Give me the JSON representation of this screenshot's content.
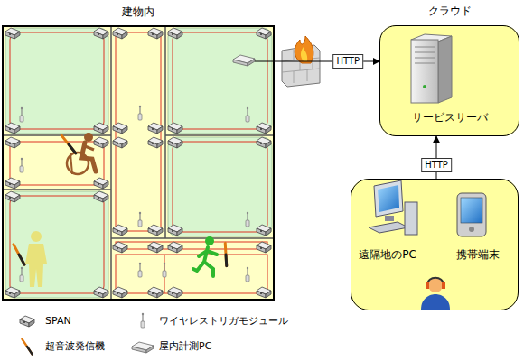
{
  "diagram": {
    "nodes": [
      {
        "text": [
          "建物内"
        ]
      },
      {
        "text": [
          "クラウド"
        ]
      },
      {
        "text": [
          "サービスサーバ"
        ],
        "in": 1
      },
      {
        "text": [
          "遠隔地のPC",
          "携帯端末"
        ]
      }
    ],
    "edges": [
      {
        "from": 0,
        "to": 1,
        "arrow": "to",
        "label": "HTTP"
      },
      {
        "from": 3,
        "to": 1,
        "arrow": "to",
        "label": "HTTP"
      }
    ],
    "legend": [
      {
        "text": "SPAN"
      },
      {
        "text": "ワイヤレストリガモジュール"
      },
      {
        "text": "超音波発信機"
      },
      {
        "text": "屋内計測PC"
      }
    ]
  }
}
